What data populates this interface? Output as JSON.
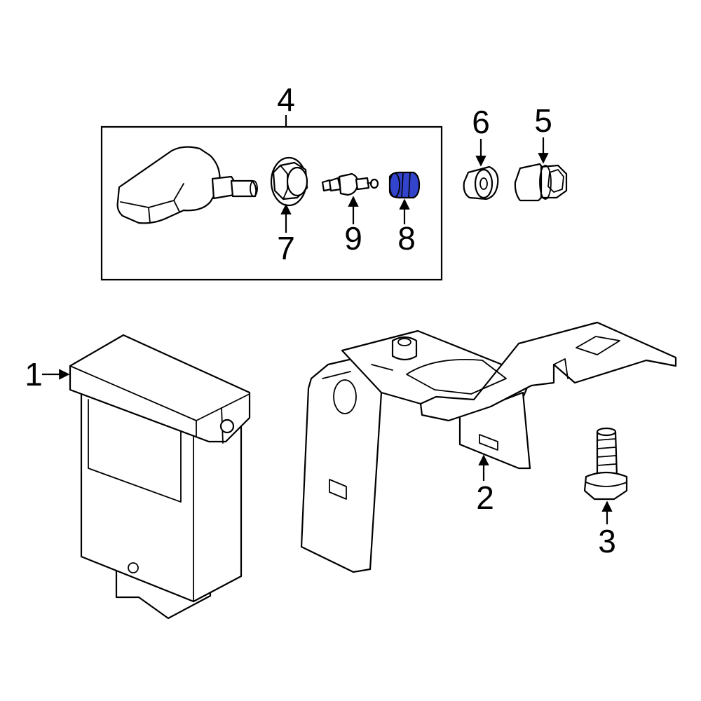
{
  "callouts": {
    "c1": "1",
    "c2": "2",
    "c3": "3",
    "c4": "4",
    "c5": "5",
    "c6": "6",
    "c7": "7",
    "c8": "8",
    "c9": "9"
  },
  "colors": {
    "line": "#000000",
    "background": "#ffffff",
    "highlight": "#3344cc"
  },
  "highlighted_part": "8"
}
